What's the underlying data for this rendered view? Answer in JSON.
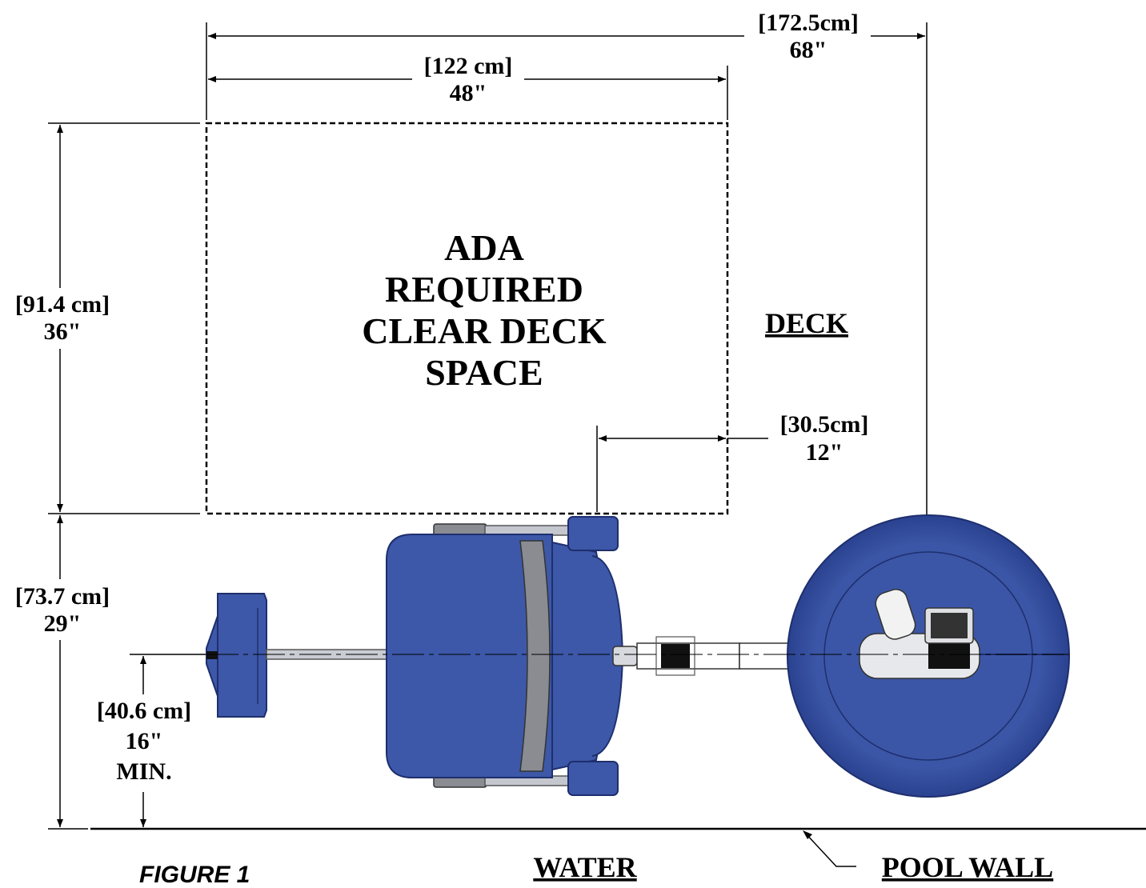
{
  "figure_label": "FIGURE 1",
  "clear_space": {
    "lines": [
      "ADA",
      "REQUIRED",
      "CLEAR DECK",
      "SPACE"
    ]
  },
  "labels": {
    "deck": "DECK",
    "water": "WATER",
    "pool_wall": "POOL WALL"
  },
  "dimensions": {
    "overall_width": {
      "metric": "[172.5cm]",
      "imperial": "68\""
    },
    "clear_width": {
      "metric": "[122 cm]",
      "imperial": "48\""
    },
    "clear_depth": {
      "metric": "[91.4 cm]",
      "imperial": "36\""
    },
    "offset": {
      "metric": "[30.5cm]",
      "imperial": "12\""
    },
    "wall_to_space": {
      "metric": "[73.7 cm]",
      "imperial": "29\""
    },
    "seat_min": {
      "metric": "[40.6 cm]",
      "imperial": "16\"",
      "note": "MIN."
    }
  },
  "colors": {
    "lift_blue": "#3d58a8",
    "lift_blue_dark": "#1e2f6e",
    "frame_gray": "#b9bcc4",
    "line": "#000000"
  }
}
